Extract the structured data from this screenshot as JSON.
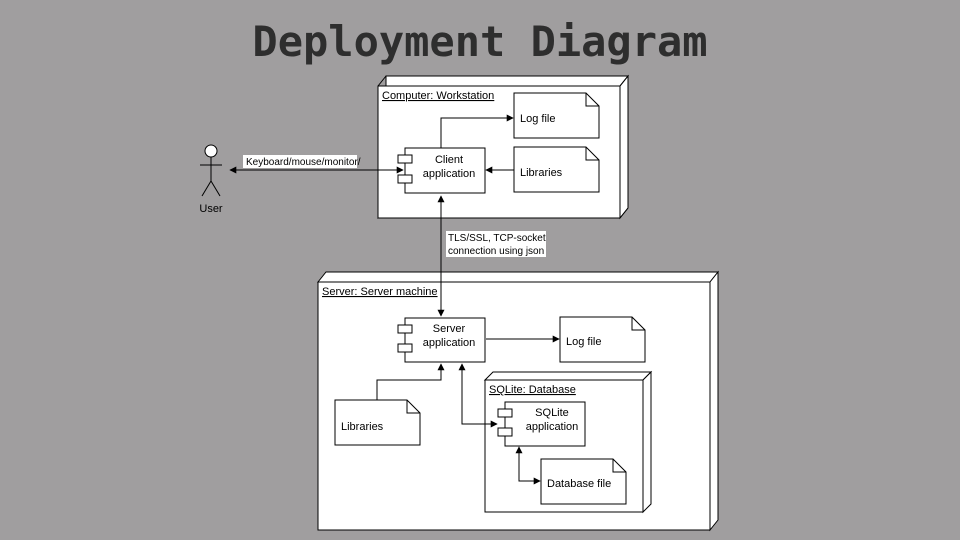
{
  "title": "Deployment Diagram",
  "actor": {
    "label": "User"
  },
  "nodes": {
    "workstation": {
      "label": "Computer: Workstation"
    },
    "server": {
      "label": "Server: Server machine"
    },
    "database": {
      "label": "SQLite: Database"
    }
  },
  "components": {
    "client_app": {
      "line1": "Client",
      "line2": "application"
    },
    "server_app": {
      "line1": "Server",
      "line2": "application"
    },
    "sqlite_app": {
      "line1": "SQLite",
      "line2": "application"
    }
  },
  "artifacts": {
    "ws_log": "Log file",
    "ws_libs": "Libraries",
    "srv_log": "Log file",
    "srv_libs": "Libraries",
    "db_file": "Database file"
  },
  "connections": {
    "user_client": "Keyboard/mouse/monitor/",
    "client_server_line1": "TLS/SSL, TCP-socket",
    "client_server_line2": "connection using json"
  }
}
